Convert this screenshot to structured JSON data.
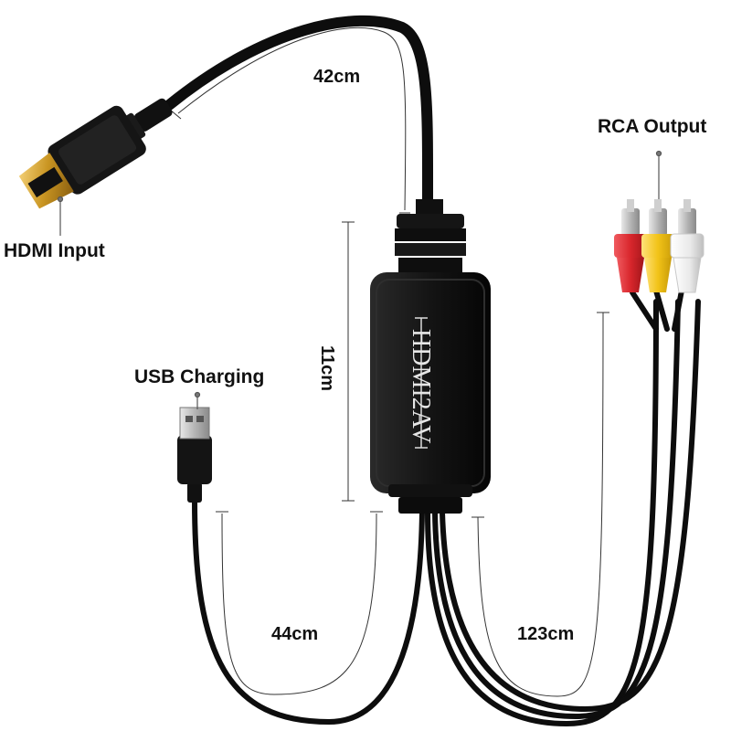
{
  "labels": {
    "hdmi_input": "HDMI Input",
    "rca_output": "RCA Output",
    "usb_charging": "USB Charging"
  },
  "dimensions": {
    "hdmi_cable": "42cm",
    "body_length": "11cm",
    "usb_cable": "44cm",
    "rca_cable": "123cm"
  },
  "device": {
    "brand_text": "HDMI2AV"
  },
  "colors": {
    "background": "#ffffff",
    "cable": "#0d0d0d",
    "body": "#141414",
    "rca_red": "#d8262c",
    "rca_yellow": "#f2c318",
    "rca_white": "#e9e9e9",
    "gold": "#d4a63a",
    "label_text": "#111111"
  }
}
